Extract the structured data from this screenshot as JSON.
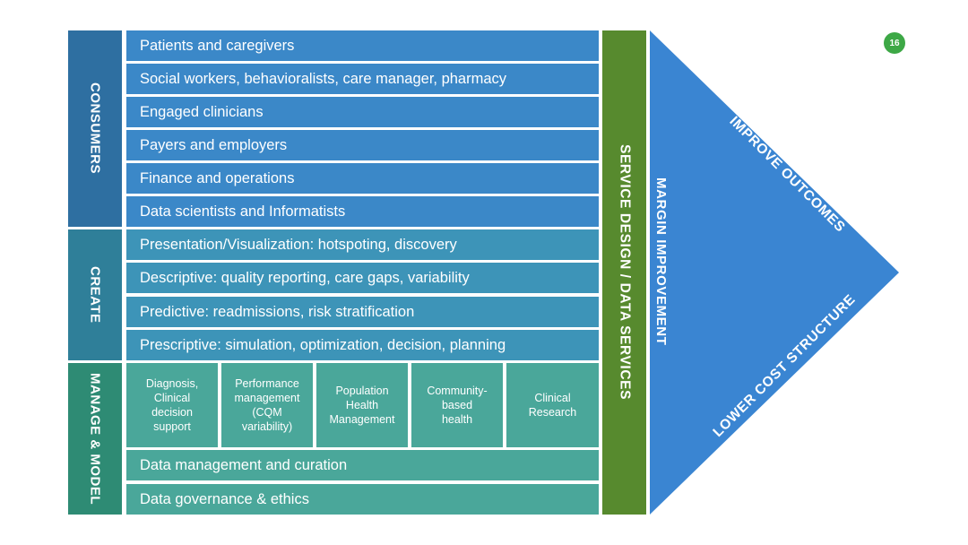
{
  "page_number": "16",
  "categories": {
    "consumers": "CONSUMERS",
    "create": "CREATE",
    "manage": "MANAGE & MODEL"
  },
  "consumer_rows": [
    "Patients and caregivers",
    "Social workers, behavioralists, care manager, pharmacy",
    "Engaged clinicians",
    "Payers and employers",
    "Finance and operations",
    "Data scientists and Informatists"
  ],
  "create_rows": [
    "Presentation/Visualization: hotspoting, discovery",
    "Descriptive: quality reporting, care gaps, variability",
    "Predictive: readmissions, risk stratification",
    "Prescriptive: simulation, optimization, decision, planning"
  ],
  "manage_boxes": [
    [
      "Diagnosis,",
      "Clinical",
      "decision",
      "support"
    ],
    [
      "Performance",
      "management",
      "(CQM",
      "variability)"
    ],
    [
      "Population",
      "Health",
      "Management"
    ],
    [
      "Community-",
      "based",
      "health"
    ],
    [
      "Clinical",
      "Research"
    ]
  ],
  "manage_rows": [
    "Data management and curation",
    "Data governance & ethics"
  ],
  "service_label": "SERVICE DESIGN / DATA SERVICES",
  "margin_label": "MARGIN IMPROVEMENT",
  "improve_label": "IMPROVE OUTCOMES",
  "lower_label": "LOWER COST STRUCTURE",
  "colors": {
    "consumers_dark": "#2e6fa1",
    "consumers_row": "#3b88c8",
    "create_dark": "#2f7f99",
    "create_row": "#3d94b8",
    "manage_dark": "#2e8b74",
    "manage_row": "#4aa79a",
    "service_green": "#578a2e",
    "triangle_blue": "#3a85d2",
    "page_badge": "#3da846"
  }
}
